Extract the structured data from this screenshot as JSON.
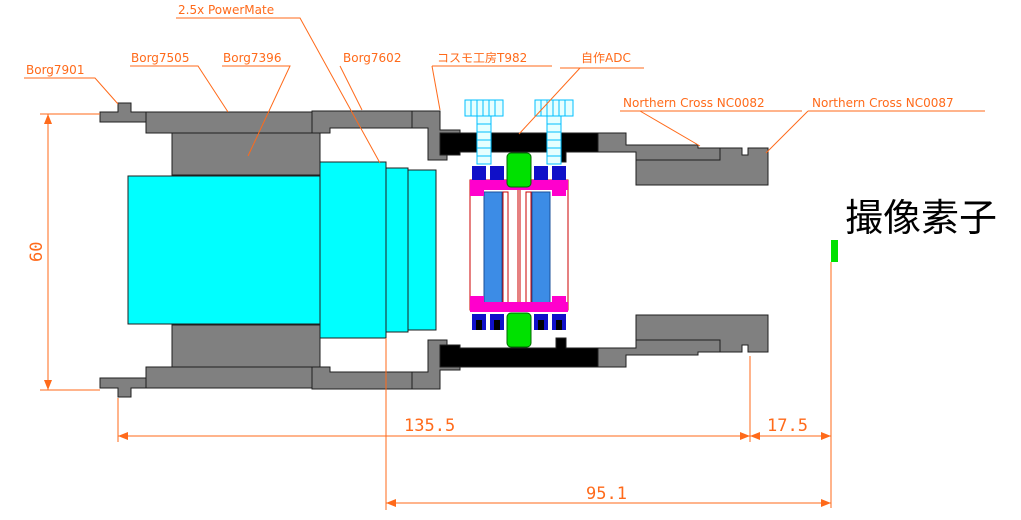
{
  "labels": {
    "powermate": "2.5x PowerMate",
    "borg7901": "Borg7901",
    "borg7505": "Borg7505",
    "borg7396": "Borg7396",
    "borg7602": "Borg7602",
    "cosmo": "コスモ工房T982",
    "adc": "自作ADC",
    "nc0082": "Northern Cross NC0082",
    "nc0087": "Northern Cross NC0087"
  },
  "sensor_label": "撮像素子",
  "dimensions": {
    "height": "60",
    "length_1": "135.5",
    "length_2": "17.5",
    "length_3": "95.1"
  },
  "colors": {
    "gray": "#808080",
    "black": "#000000",
    "cyan": "#00ffff",
    "blue": "#3c8ce6",
    "magenta": "#ff00cc",
    "green": "#00e100",
    "dimension": "#ff6a1a"
  }
}
